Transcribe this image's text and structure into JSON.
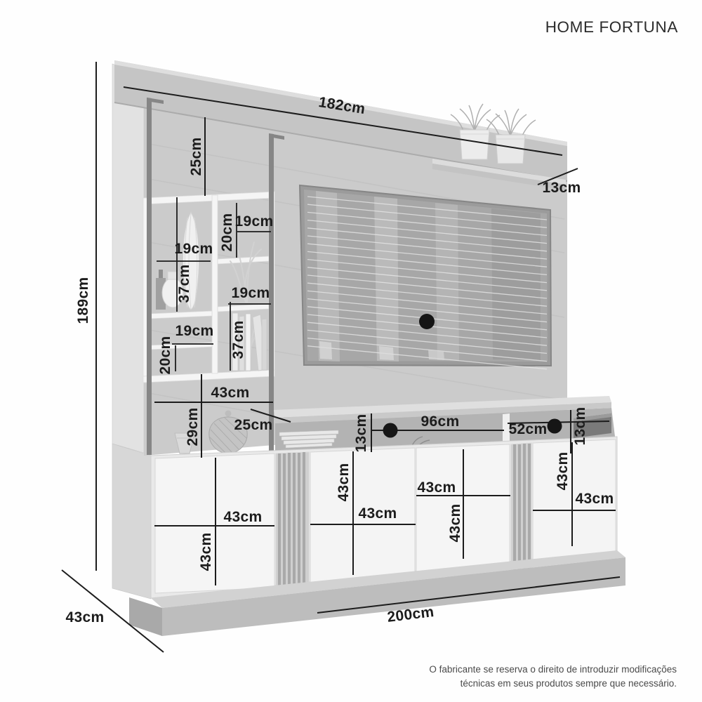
{
  "title": "HOME FORTUNA",
  "footer": {
    "line1": "O fabricante se reserva o direito de introduzir modificações",
    "line2": "técnicas em seus produtos sempre que necessário."
  },
  "dims": [
    {
      "id": "panel-width",
      "text": "182cm"
    },
    {
      "id": "crown-gap-height",
      "text": "25cm"
    },
    {
      "id": "top-shelf-depth",
      "text": "13cm"
    },
    {
      "id": "total-height",
      "text": "189cm"
    },
    {
      "id": "cubby-top-right-width",
      "text": "19cm"
    },
    {
      "id": "cubby-top-right-height",
      "text": "20cm"
    },
    {
      "id": "cubby-top-left-width",
      "text": "19cm"
    },
    {
      "id": "cubby-top-left-height",
      "text": "37cm"
    },
    {
      "id": "cubby-mid-right-width",
      "text": "19cm"
    },
    {
      "id": "cubby-bottom-left-width",
      "text": "19cm"
    },
    {
      "id": "cubby-bottom-right-height",
      "text": "37cm"
    },
    {
      "id": "cubby-bottom-left-height",
      "text": "20cm"
    },
    {
      "id": "hutch-width",
      "text": "43cm"
    },
    {
      "id": "hutch-stand-height",
      "text": "29cm"
    },
    {
      "id": "deco-shelf-depth",
      "text": "25cm"
    },
    {
      "id": "niche-left-height",
      "text": "13cm"
    },
    {
      "id": "niche-left-width",
      "text": "96cm"
    },
    {
      "id": "niche-right-width",
      "text": "52cm"
    },
    {
      "id": "niche-right-height",
      "text": "13cm"
    },
    {
      "id": "door1-width",
      "text": "43cm"
    },
    {
      "id": "door1-height",
      "text": "43cm"
    },
    {
      "id": "door2-height",
      "text": "43cm"
    },
    {
      "id": "door2-width",
      "text": "43cm"
    },
    {
      "id": "door3-width",
      "text": "43cm"
    },
    {
      "id": "door3-height",
      "text": "43cm"
    },
    {
      "id": "door4-height",
      "text": "43cm"
    },
    {
      "id": "door4-width",
      "text": "43cm"
    },
    {
      "id": "base-width",
      "text": "200cm"
    },
    {
      "id": "unit-depth",
      "text": "43cm"
    }
  ]
}
